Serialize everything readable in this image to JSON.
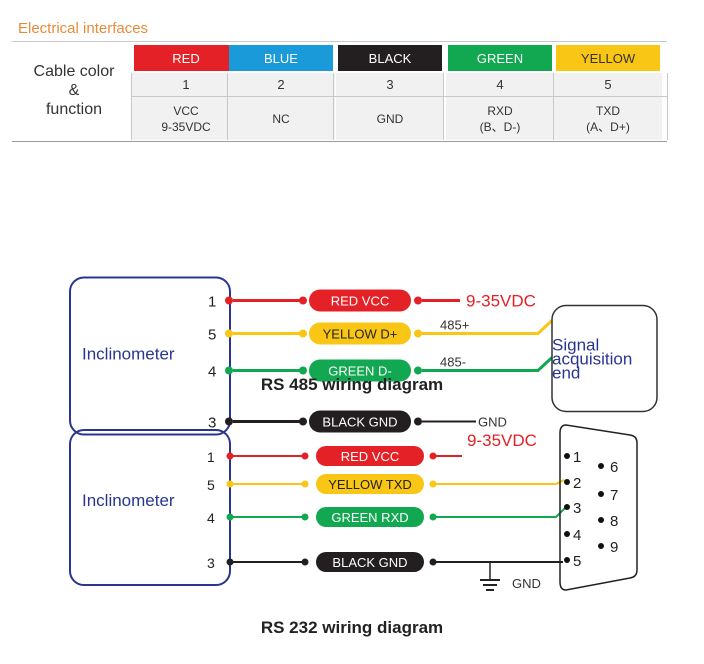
{
  "table": {
    "section_title": "Electrical interfaces",
    "row_label": "Cable color\n&\nfunction",
    "columns": [
      {
        "color_name": "RED",
        "bg": "#e42127",
        "fg": "#ffffff",
        "pin": "1",
        "function": "VCC\n9-35VDC"
      },
      {
        "color_name": "BLUE",
        "bg": "#1a9ad9",
        "fg": "#ffffff",
        "pin": "2",
        "function": "NC"
      },
      {
        "color_name": "BLACK",
        "bg": "#231f20",
        "fg": "#ffffff",
        "pin": "3",
        "function": "GND"
      },
      {
        "color_name": "GREEN",
        "bg": "#12a751",
        "fg": "#ffffff",
        "pin": "4",
        "function": "RXD\n(B、D-)"
      },
      {
        "color_name": "YELLOW",
        "bg": "#f9c615",
        "fg": "#333333",
        "pin": "5",
        "function": "TXD\n(A、D+)"
      }
    ]
  },
  "colors": {
    "red": "#e42127",
    "yellow": "#f9c615",
    "green": "#12a751",
    "black": "#231f20",
    "box_blue": "#2b3590",
    "text_blue": "#2b3590"
  },
  "rs485": {
    "device_label": "Inclinometer",
    "caption": "RS 485 wiring diagram",
    "wires": [
      {
        "pin": "1",
        "label": "RED   VCC",
        "color": "red"
      },
      {
        "pin": "5",
        "label": "YELLOW  D+",
        "color": "yellow"
      },
      {
        "pin": "4",
        "label": "GREEN   D-",
        "color": "green"
      },
      {
        "pin": "3",
        "label": "BLACK  GND",
        "color": "black"
      }
    ],
    "supply_label": "9-35VDC",
    "d_plus_label": "485+",
    "d_minus_label": "485-",
    "gnd_label": "GND",
    "target_label": [
      "Signal",
      "acquisition",
      "end"
    ]
  },
  "rs232": {
    "device_label": "Inclinometer",
    "caption": "RS 232 wiring diagram",
    "wires": [
      {
        "pin": "1",
        "label": "RED   VCC",
        "color": "red"
      },
      {
        "pin": "5",
        "label": "YELLOW  TXD",
        "color": "yellow"
      },
      {
        "pin": "4",
        "label": "GREEN RXD",
        "color": "green"
      },
      {
        "pin": "3",
        "label": "BLACK  GND",
        "color": "black"
      }
    ],
    "supply_label": "9-35VDC",
    "gnd_label": "GND",
    "db9_pins": [
      "1",
      "2",
      "3",
      "4",
      "5",
      "6",
      "7",
      "8",
      "9"
    ]
  }
}
